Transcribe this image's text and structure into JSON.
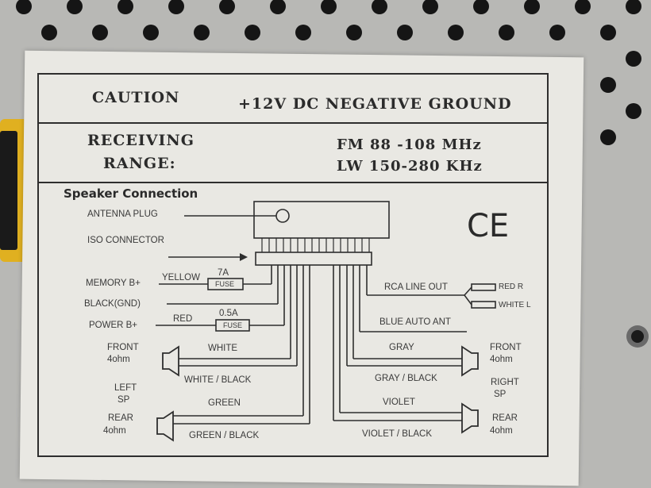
{
  "caution": {
    "label": "CAUTION",
    "voltage": "+12V DC NEGATIVE GROUND"
  },
  "receiving": {
    "label_line1": "RECEIVING",
    "label_line2": "RANGE:",
    "fm": "FM 88 -108 MHz",
    "lw": "LW 150-280 KHz"
  },
  "diagram": {
    "heading": "Speaker Connection",
    "antenna_plug": "ANTENNA PLUG",
    "iso_connector": "ISO CONNECTOR",
    "ce_mark": "CE",
    "memory_label": "MEMORY B+",
    "memory_wire": "YELLOW",
    "memory_fuse_rating": "7A",
    "fuse_text": "FUSE",
    "black_label": "BLACK(GND)",
    "power_label": "POWER B+",
    "power_wire": "RED",
    "power_fuse_rating": "0.5A",
    "rca_label": "RCA LINE OUT",
    "rca_red": "RED R",
    "rca_white": "WHITE L",
    "blue_auto_ant": "BLUE AUTO ANT",
    "front_left_line1": "FRONT",
    "front_left_line2": "4ohm",
    "left_sp_line1": "LEFT",
    "left_sp_line2": "SP",
    "rear_left_line1": "REAR",
    "rear_left_line2": "4ohm",
    "front_right_line1": "FRONT",
    "front_right_line2": "4ohm",
    "right_sp_line1": "RIGHT",
    "right_sp_line2": "SP",
    "rear_right_line1": "REAR",
    "rear_right_line2": "4ohm",
    "wire_white": "WHITE",
    "wire_white_black": "WHITE / BLACK",
    "wire_green": "GREEN",
    "wire_green_black": "GREEN / BLACK",
    "wire_gray": "GRAY",
    "wire_gray_black": "GRAY / BLACK",
    "wire_violet": "VIOLET",
    "wire_violet_black": "VIOLET / BLACK"
  },
  "colors": {
    "chassis": "#b9b9b6",
    "sticker": "#e9e8e3",
    "ink": "#2a2a2a",
    "bracket": "#e0b020"
  }
}
